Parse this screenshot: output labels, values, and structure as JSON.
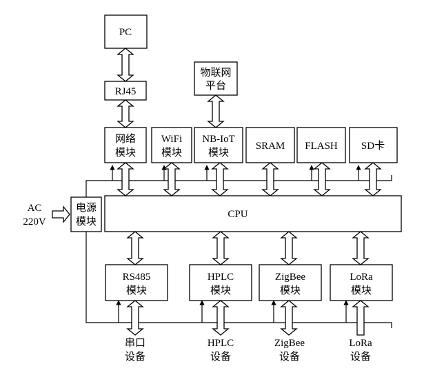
{
  "blocks": {
    "pc": "PC",
    "rj45": "RJ45",
    "iot_platform": [
      "物联网",
      "平台"
    ],
    "network_module": [
      "网络",
      "模块"
    ],
    "wifi_module": [
      "WiFi",
      "模块"
    ],
    "nbiot_module": [
      "NB-IoT",
      "模块"
    ],
    "sram": "SRAM",
    "flash": "FLASH",
    "sd_card": "SD卡",
    "power_module": [
      "电源",
      "模块"
    ],
    "cpu": "CPU",
    "rs485_module": [
      "RS485",
      "模块"
    ],
    "hplc_module": [
      "HPLC",
      "模块"
    ],
    "zigbee_module": [
      "ZigBee",
      "模块"
    ],
    "lora_module": [
      "LoRa",
      "模块"
    ]
  },
  "power_input": [
    "AC",
    "220V"
  ],
  "devices": {
    "serial": [
      "串口",
      "设备"
    ],
    "hplc": [
      "HPLC",
      "设备"
    ],
    "zigbee": [
      "ZigBee",
      "设备"
    ],
    "lora": [
      "LoRa",
      "设备"
    ]
  }
}
